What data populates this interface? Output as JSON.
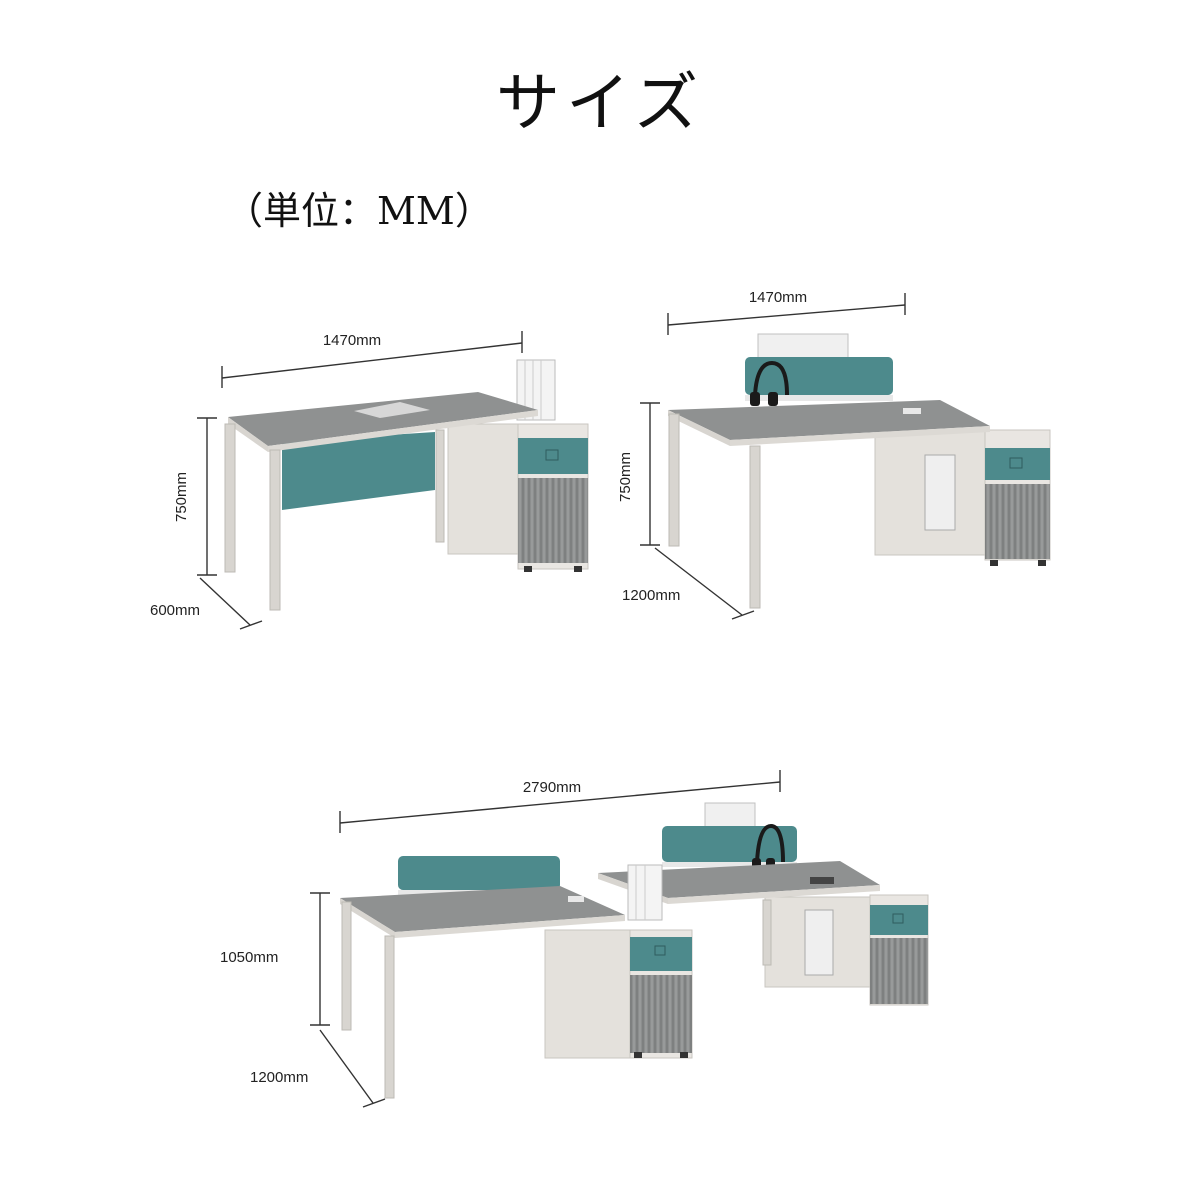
{
  "title": "サイズ",
  "unit_note": "（単位：MM）",
  "colors": {
    "teal": "#4d8a8c",
    "wood": "#8f9191",
    "frame": "#d8d5d0",
    "cabinet": "#e4e1dc"
  },
  "products": [
    {
      "width": "1470mm",
      "height": "750mm",
      "depth": "600mm"
    },
    {
      "width": "1470mm",
      "height": "750mm",
      "depth": "1200mm"
    },
    {
      "width": "2790mm",
      "height": "1050mm",
      "depth": "1200mm"
    }
  ]
}
